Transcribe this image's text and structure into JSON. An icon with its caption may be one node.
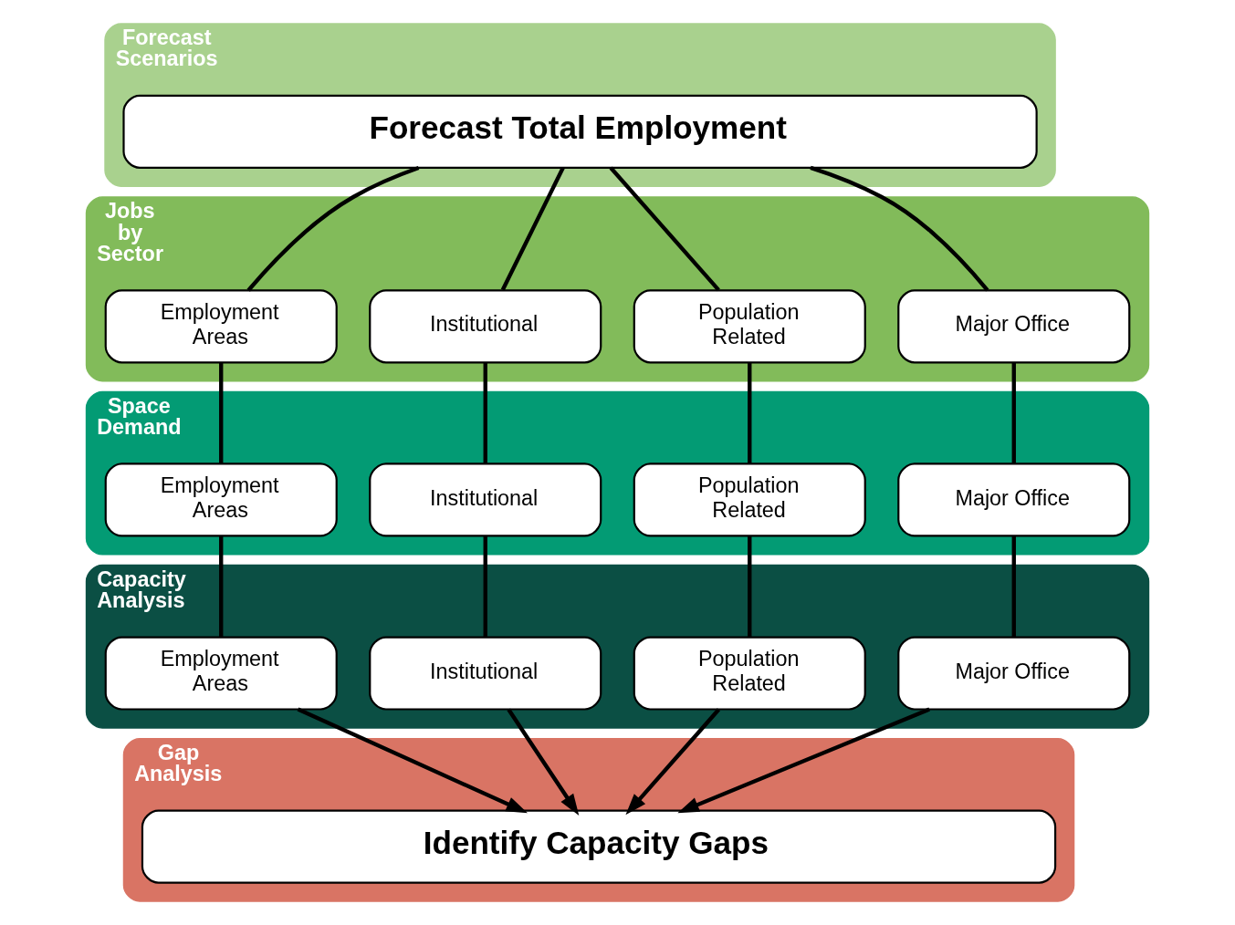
{
  "diagram": {
    "nodes": [
      {
        "text": [
          "Forecast Scenarios"
        ]
      },
      {
        "text": [
          "Forecast Total Employment"
        ],
        "in": 0
      },
      {
        "text": [
          "Jobs by Sector"
        ]
      },
      {
        "text": [
          "Major Office"
        ],
        "in": 2
      },
      {
        "text": [
          "Population Related"
        ],
        "in": 2
      },
      {
        "text": [
          "Institutional"
        ],
        "in": 2
      },
      {
        "text": [
          "Employment Areas"
        ],
        "in": 2
      },
      {
        "text": [
          "Space Demand"
        ]
      },
      {
        "text": [
          "Major Office"
        ],
        "in": 7
      },
      {
        "text": [
          "Population Related"
        ],
        "in": 7
      },
      {
        "text": [
          "Institutional"
        ],
        "in": 7
      },
      {
        "text": [
          "Employment Areas"
        ],
        "in": 7
      },
      {
        "text": [
          "Capacity Analysis"
        ]
      },
      {
        "text": [
          "Major Office"
        ],
        "in": 12
      },
      {
        "text": [
          "Population Related"
        ],
        "in": 12
      },
      {
        "text": [
          "Institutional"
        ],
        "in": 12
      },
      {
        "text": [
          "Employment Areas"
        ],
        "in": 12
      },
      {
        "text": [
          "Gap Analysis"
        ]
      },
      {
        "text": [
          "Identify Capacity Gaps"
        ],
        "in": 17
      }
    ],
    "edges": [
      {
        "from": 1,
        "to": 3,
        "arrow": "none"
      },
      {
        "from": 1,
        "to": 4,
        "arrow": "none"
      },
      {
        "from": 1,
        "to": 5,
        "arrow": "none"
      },
      {
        "from": 1,
        "to": 6,
        "arrow": "none"
      },
      {
        "from": 3,
        "to": 8,
        "arrow": "none"
      },
      {
        "from": 4,
        "to": 9,
        "arrow": "none"
      },
      {
        "from": 5,
        "to": 10,
        "arrow": "none"
      },
      {
        "from": 6,
        "to": 11,
        "arrow": "none"
      },
      {
        "from": 8,
        "to": 13,
        "arrow": "none"
      },
      {
        "from": 9,
        "to": 14,
        "arrow": "none"
      },
      {
        "from": 10,
        "to": 15,
        "arrow": "none"
      },
      {
        "from": 11,
        "to": 16,
        "arrow": "none"
      },
      {
        "from": 13,
        "to": 18,
        "arrow": "to"
      },
      {
        "from": 14,
        "to": 18,
        "arrow": "to"
      },
      {
        "from": 15,
        "to": 18,
        "arrow": "to"
      },
      {
        "from": 16,
        "to": 18,
        "arrow": "to"
      }
    ]
  }
}
